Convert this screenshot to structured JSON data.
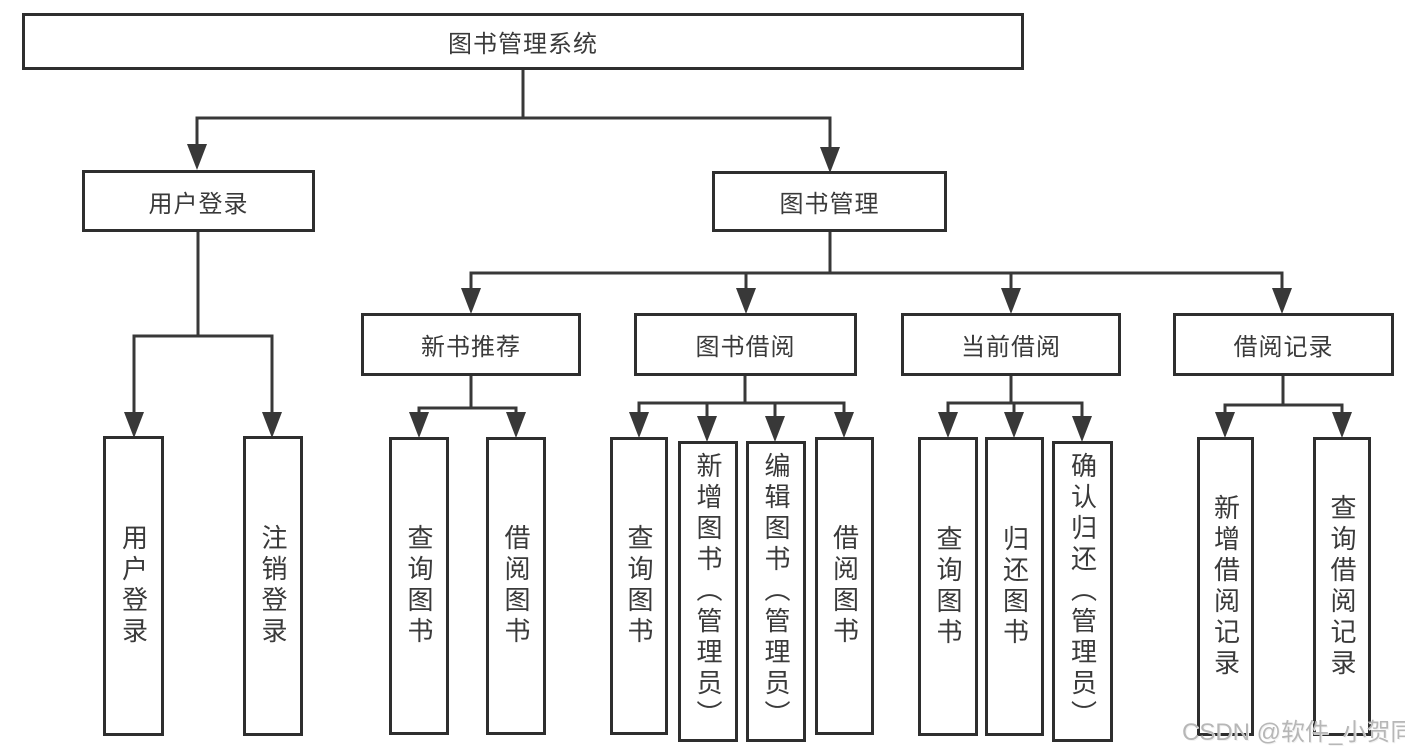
{
  "diagram": {
    "root": {
      "label": "图书管理系统"
    },
    "level2": [
      {
        "label": "用户登录"
      },
      {
        "label": "图书管理"
      }
    ],
    "level3": [
      {
        "parent": "图书管理",
        "label": "新书推荐"
      },
      {
        "parent": "图书管理",
        "label": "图书借阅"
      },
      {
        "parent": "图书管理",
        "label": "当前借阅"
      },
      {
        "parent": "图书管理",
        "label": "借阅记录"
      }
    ],
    "leaves": [
      {
        "parent": "用户登录",
        "label": "用户登录"
      },
      {
        "parent": "用户登录",
        "label": "注销登录"
      },
      {
        "parent": "新书推荐",
        "label": "查询图书"
      },
      {
        "parent": "新书推荐",
        "label": "借阅图书"
      },
      {
        "parent": "图书借阅",
        "label": "查询图书"
      },
      {
        "parent": "图书借阅",
        "label": "新增图书（管理员）"
      },
      {
        "parent": "图书借阅",
        "label": "编辑图书（管理员）"
      },
      {
        "parent": "图书借阅",
        "label": "借阅图书"
      },
      {
        "parent": "当前借阅",
        "label": "查询图书"
      },
      {
        "parent": "当前借阅",
        "label": "归还图书"
      },
      {
        "parent": "当前借阅",
        "label": "确认归还（管理员）"
      },
      {
        "parent": "借阅记录",
        "label": "新增借阅记录"
      },
      {
        "parent": "借阅记录",
        "label": "查询借阅记录"
      }
    ]
  },
  "watermark": {
    "text": "CSDN @软件_小贺同学"
  },
  "colors": {
    "line": "#383838",
    "border": "#2e2e2e",
    "text": "#3a3a3a",
    "background": "#ffffff",
    "watermark": "#b7b7b7"
  }
}
